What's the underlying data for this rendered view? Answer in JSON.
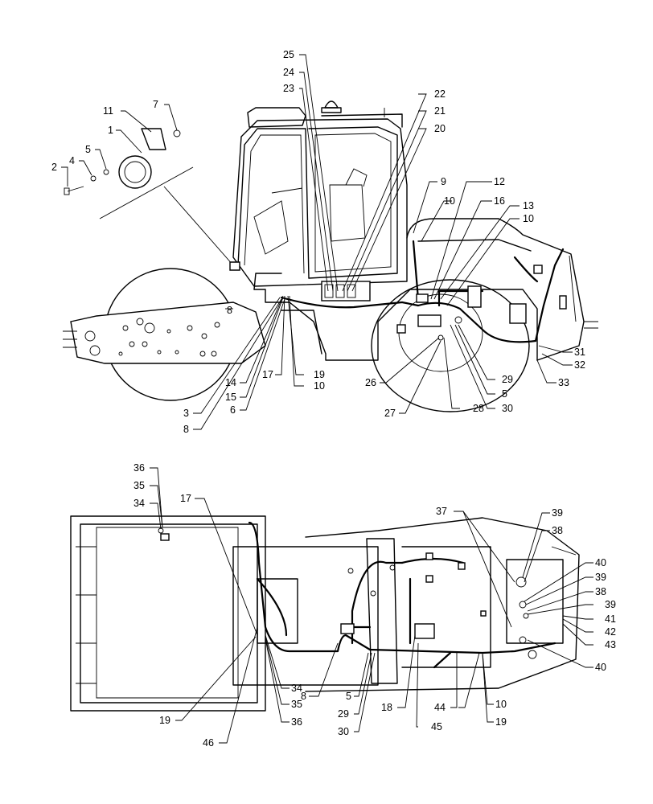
{
  "callouts": {
    "top": [
      {
        "label": "25"
      },
      {
        "label": "24"
      },
      {
        "label": "23"
      },
      {
        "label": "22"
      },
      {
        "label": "21"
      },
      {
        "label": "20"
      },
      {
        "label": "11"
      },
      {
        "label": "7"
      },
      {
        "label": "1"
      },
      {
        "label": "5"
      },
      {
        "label": "4"
      },
      {
        "label": "2"
      },
      {
        "label": "9"
      },
      {
        "label": "10"
      },
      {
        "label": "12"
      },
      {
        "label": "16"
      },
      {
        "label": "13"
      },
      {
        "label": "10"
      },
      {
        "label": "8"
      },
      {
        "label": "31"
      },
      {
        "label": "32"
      },
      {
        "label": "33"
      },
      {
        "label": "29"
      },
      {
        "label": "5"
      },
      {
        "label": "30"
      },
      {
        "label": "26"
      },
      {
        "label": "27"
      },
      {
        "label": "28"
      },
      {
        "label": "17"
      },
      {
        "label": "19"
      },
      {
        "label": "10"
      },
      {
        "label": "14"
      },
      {
        "label": "15"
      },
      {
        "label": "6"
      },
      {
        "label": "3"
      },
      {
        "label": "8"
      }
    ],
    "bottom": [
      {
        "label": "36"
      },
      {
        "label": "35"
      },
      {
        "label": "34"
      },
      {
        "label": "17"
      },
      {
        "label": "37"
      },
      {
        "label": "39"
      },
      {
        "label": "38"
      },
      {
        "label": "40"
      },
      {
        "label": "39"
      },
      {
        "label": "38"
      },
      {
        "label": "39"
      },
      {
        "label": "41"
      },
      {
        "label": "42"
      },
      {
        "label": "43"
      },
      {
        "label": "40"
      },
      {
        "label": "34"
      },
      {
        "label": "35"
      },
      {
        "label": "36"
      },
      {
        "label": "19"
      },
      {
        "label": "46"
      },
      {
        "label": "8"
      },
      {
        "label": "5"
      },
      {
        "label": "29"
      },
      {
        "label": "30"
      },
      {
        "label": "18"
      },
      {
        "label": "45"
      },
      {
        "label": "44"
      },
      {
        "label": "10"
      },
      {
        "label": "19"
      }
    ]
  }
}
